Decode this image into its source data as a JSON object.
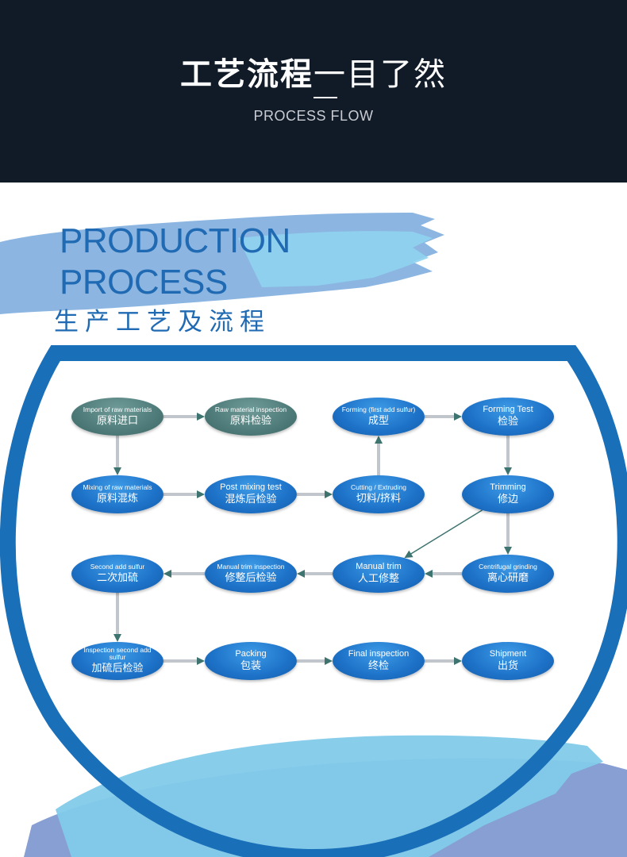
{
  "header": {
    "title_bold": "工艺流程",
    "title_light": "一目了然",
    "subtitle": "PROCESS FLOW"
  },
  "heading": {
    "line1": "PRODUCTION",
    "line2": "PROCESS",
    "chinese": "生产工艺及流程"
  },
  "colors": {
    "header_bg": "#111b28",
    "accent_blue": "#1f6ab3",
    "node_blue": "#1d72c8",
    "node_teal": "#4f7c7a",
    "ring": "#1a6fb9"
  },
  "nodes": [
    {
      "id": "n1",
      "en": "Import of raw materials",
      "cn": "原料进口",
      "color": "teal"
    },
    {
      "id": "n2",
      "en": "Raw material inspection",
      "cn": "原料检验",
      "color": "teal"
    },
    {
      "id": "n3",
      "en": "Forming (first add sulfur)",
      "cn": "成型",
      "color": "blue"
    },
    {
      "id": "n4",
      "en": "Forming Test",
      "cn": "检验",
      "color": "blue"
    },
    {
      "id": "n5",
      "en": "Mixing of raw materials",
      "cn": "原料混炼",
      "color": "blue"
    },
    {
      "id": "n6",
      "en": "Post mixing test",
      "cn": "混炼后检验",
      "color": "blue"
    },
    {
      "id": "n7",
      "en": "Cutting / Extruding",
      "cn": "切料/挤料",
      "color": "blue"
    },
    {
      "id": "n8",
      "en": "Trimming",
      "cn": "修边",
      "color": "blue"
    },
    {
      "id": "n9",
      "en": "Second add sulfur",
      "cn": "二次加硫",
      "color": "blue"
    },
    {
      "id": "n10",
      "en": "Manual trim inspection",
      "cn": "修整后检验",
      "color": "blue"
    },
    {
      "id": "n11",
      "en": "Manual trim",
      "cn": "人工修整",
      "color": "blue"
    },
    {
      "id": "n12",
      "en": "Centrifugal grinding",
      "cn": "离心研磨",
      "color": "blue"
    },
    {
      "id": "n13",
      "en": "Inspection second add sulfur",
      "cn": "加硫后检验",
      "color": "blue"
    },
    {
      "id": "n14",
      "en": "Packing",
      "cn": "包装",
      "color": "blue"
    },
    {
      "id": "n15",
      "en": "Final inspection",
      "cn": "终检",
      "color": "blue"
    },
    {
      "id": "n16",
      "en": "Shipment",
      "cn": "出货",
      "color": "blue"
    }
  ],
  "edges": [
    [
      "n1",
      "n2"
    ],
    [
      "n1",
      "n5"
    ],
    [
      "n5",
      "n6"
    ],
    [
      "n6",
      "n7"
    ],
    [
      "n7",
      "n3"
    ],
    [
      "n3",
      "n4"
    ],
    [
      "n4",
      "n8"
    ],
    [
      "n8",
      "n12"
    ],
    [
      "n8",
      "n11"
    ],
    [
      "n12",
      "n11"
    ],
    [
      "n11",
      "n10"
    ],
    [
      "n10",
      "n9"
    ],
    [
      "n9",
      "n13"
    ],
    [
      "n13",
      "n14"
    ],
    [
      "n14",
      "n15"
    ],
    [
      "n15",
      "n16"
    ]
  ]
}
